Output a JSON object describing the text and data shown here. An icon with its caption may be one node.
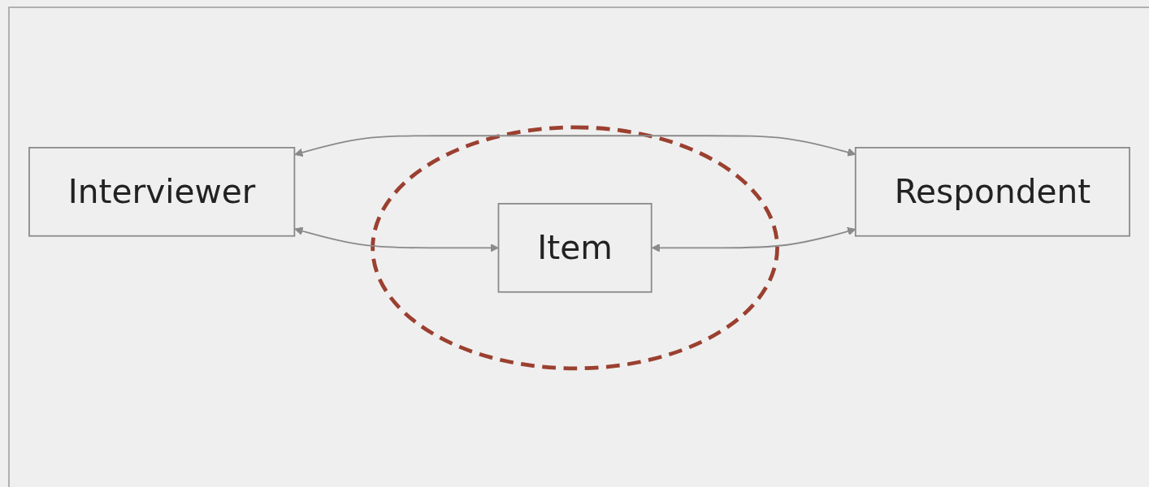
{
  "diagram": {
    "nodes": [
      {
        "text": [
          "Interviewer"
        ]
      },
      {
        "text": [],
        "shape": "ellipse"
      },
      {
        "text": [
          "Item"
        ],
        "in": 1
      },
      {
        "text": [
          "Respondent"
        ]
      }
    ],
    "edges": [
      {
        "from": 0,
        "to": 2,
        "arrow": "both"
      },
      {
        "from": 0,
        "to": 3,
        "arrow": "both"
      },
      {
        "from": 2,
        "to": 3,
        "arrow": "both"
      }
    ]
  }
}
